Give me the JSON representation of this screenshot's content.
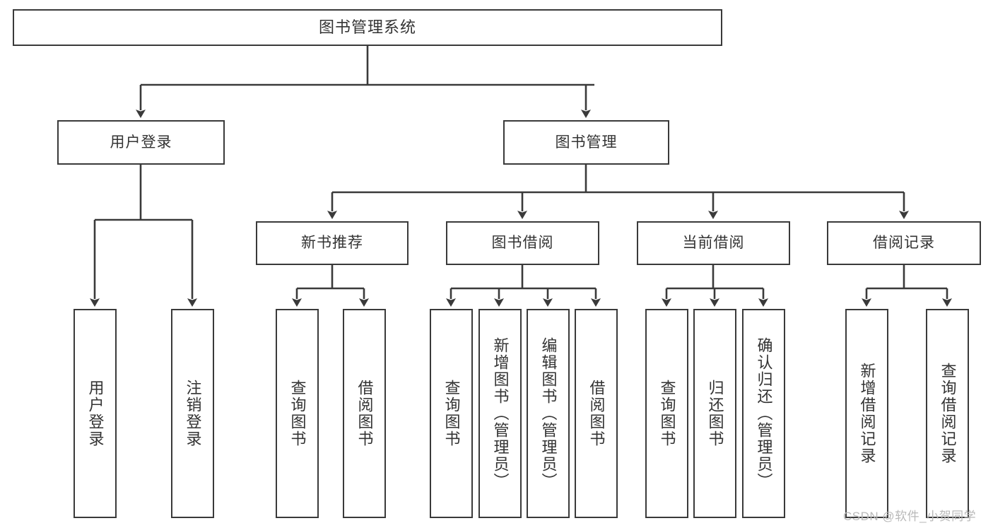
{
  "diagram": {
    "title": "图书管理系统",
    "type": "tree-hierarchy-chart",
    "watermark": "CSDN @软件_小贺同学",
    "line_color": "#3a3a3a",
    "text_color": "#333333",
    "background": "#ffffff"
  },
  "nodes": {
    "root": {
      "label": "图书管理系统"
    },
    "level2": [
      {
        "key": "user_login",
        "label": "用户登录"
      },
      {
        "key": "book_manage",
        "label": "图书管理"
      }
    ],
    "level3": [
      {
        "key": "new_book_rec",
        "label": "新书推荐"
      },
      {
        "key": "book_borrow",
        "label": "图书借阅"
      },
      {
        "key": "current_borrow",
        "label": "当前借阅"
      },
      {
        "key": "borrow_record",
        "label": "借阅记录"
      }
    ],
    "leaves": {
      "user_login": [
        {
          "key": "leaf_user_login",
          "label": "用户登录"
        },
        {
          "key": "leaf_logout",
          "label": "注销登录"
        }
      ],
      "new_book_rec": [
        {
          "key": "leaf_query_book_1",
          "label": "查询图书"
        },
        {
          "key": "leaf_borrow_book_1",
          "label": "借阅图书"
        }
      ],
      "book_borrow": [
        {
          "key": "leaf_query_book_2",
          "label": "查询图书"
        },
        {
          "key": "leaf_add_book",
          "label": "新增图书（管理员）"
        },
        {
          "key": "leaf_edit_book",
          "label": "编辑图书（管理员）"
        },
        {
          "key": "leaf_borrow_book_2",
          "label": "借阅图书"
        }
      ],
      "current_borrow": [
        {
          "key": "leaf_query_book_3",
          "label": "查询图书"
        },
        {
          "key": "leaf_return_book",
          "label": "归还图书"
        },
        {
          "key": "leaf_confirm_return",
          "label": "确认归还（管理员）"
        }
      ],
      "borrow_record": [
        {
          "key": "leaf_add_record",
          "label": "新增借阅记录"
        },
        {
          "key": "leaf_query_record",
          "label": "查询借阅记录"
        }
      ]
    }
  }
}
